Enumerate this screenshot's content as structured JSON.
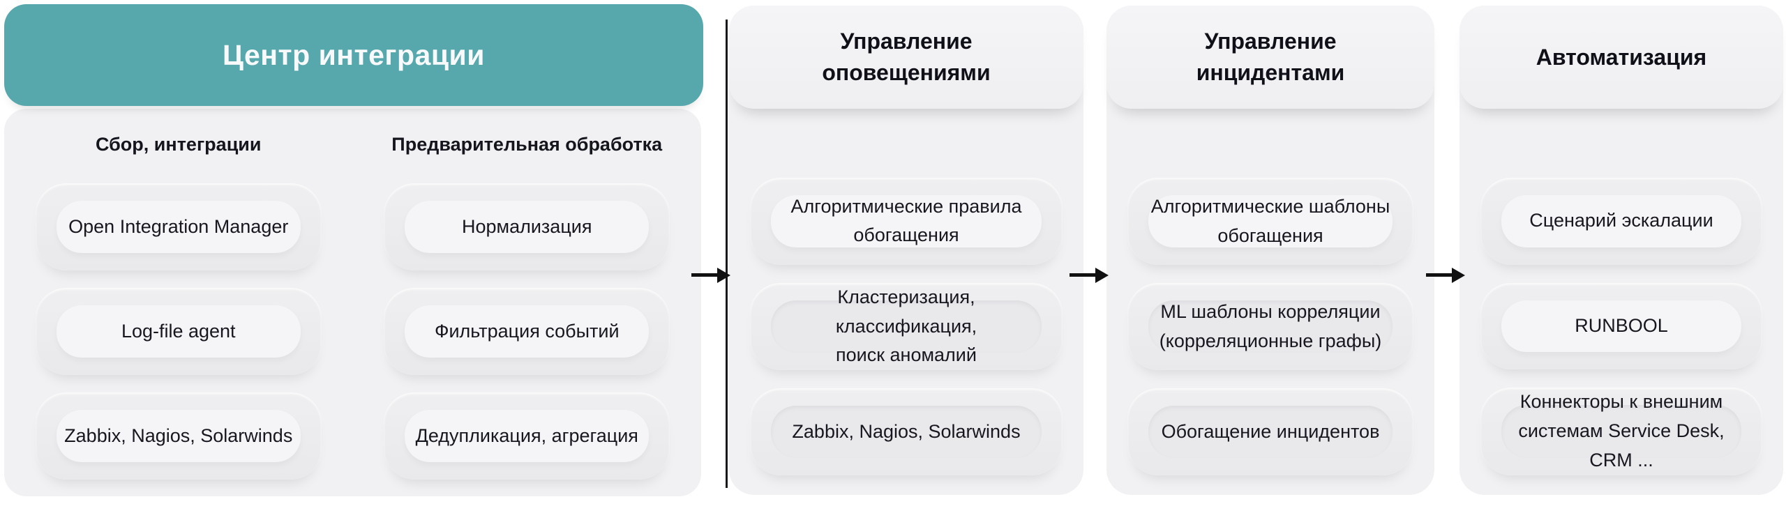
{
  "diagram": {
    "panels": {
      "panel1": {
        "title": "Центр интеграции",
        "columns": [
          {
            "label": "Сбор, интеграции",
            "items": [
              "Open Integration Manager",
              "Log-file agent",
              "Zabbix, Nagios, Solarwinds"
            ]
          },
          {
            "label": "Предварительная обработка",
            "items": [
              "Нормализация",
              "Фильтрация событий",
              "Дедупликация, агрегация"
            ]
          }
        ]
      },
      "panel2": {
        "title": "Управление\nоповещениями",
        "items": [
          "Алгоритмические правила\nобогащения",
          "Кластеризация, классификация,\nпоиск аномалий",
          "Zabbix, Nagios, Solarwinds"
        ]
      },
      "panel3": {
        "title": "Управление\nинцидентами",
        "items": [
          "Алгоритмические шаблоны\nобогащения",
          "ML шаблоны корреляции\n(корреляционные графы)",
          "Обогащение инцидентов"
        ]
      },
      "panel4": {
        "title": "Автоматизация",
        "items": [
          "Сценарий эскалации",
          "RUNBOOL",
          "Коннекторы к внешним\nсистемам Service Desk, CRM ..."
        ]
      }
    },
    "flow": [
      "Центр интеграции → Управление оповещениями",
      "Управление оповещениями → Управление инцидентами",
      "Управление инцидентами → Автоматизация"
    ],
    "colors": {
      "teal_header": "#56A8AD",
      "panel_background": "#F1F1F3",
      "box_outer": "#ECECEE",
      "box_inner_raised": "#F5F5F7",
      "box_inner_pressed": "#E9E9EC",
      "arrow": "#111111",
      "text": "#15151E",
      "title_on_teal": "#F8F9FB"
    }
  }
}
